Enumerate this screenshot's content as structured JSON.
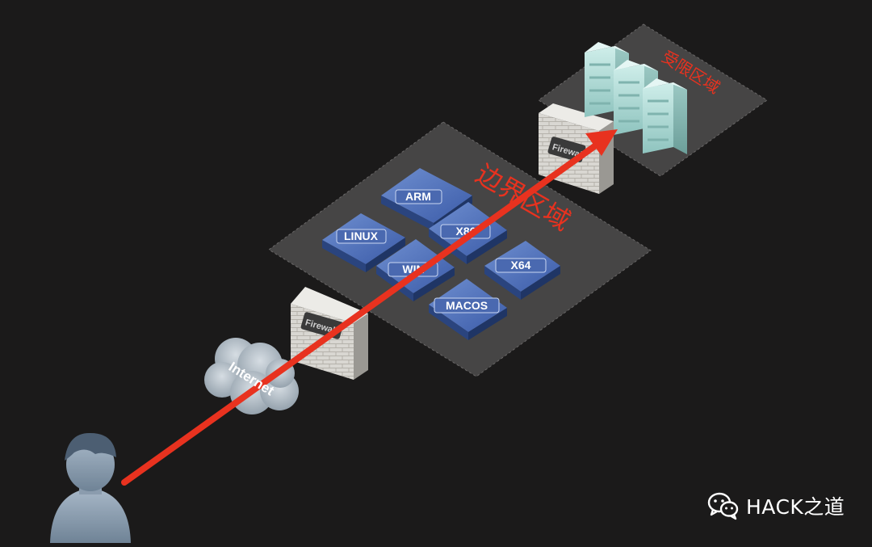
{
  "zones": {
    "boundary_label": "边界区域",
    "restricted_label": "受限区域"
  },
  "cloud": {
    "label": "Internet"
  },
  "firewalls": [
    {
      "label": "Firewall"
    },
    {
      "label": "Firewall"
    }
  ],
  "devices": [
    {
      "label": "ARM"
    },
    {
      "label": "LINUX"
    },
    {
      "label": "X86"
    },
    {
      "label": "WIN"
    },
    {
      "label": "X64"
    },
    {
      "label": "MACOS"
    }
  ],
  "watermark": {
    "text": "HACK之道"
  },
  "colors": {
    "background": "#1b1a1a",
    "arrow": "#e8321f",
    "zone_label": "#e8321f",
    "zone_plate": "#4a4949",
    "device": "#3a5a9c",
    "server": "#a9d6d2"
  }
}
